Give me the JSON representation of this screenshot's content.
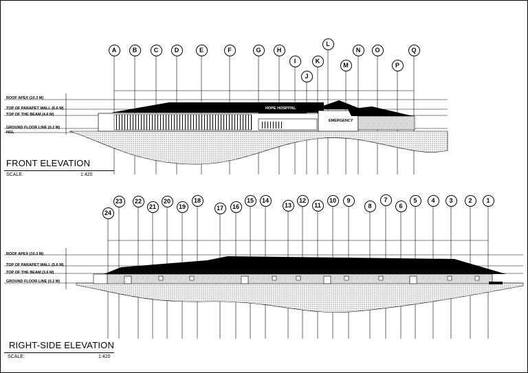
{
  "front": {
    "title": "FRONT ELEVATION",
    "scale_label": "SCALE:",
    "scale_value": "1:420",
    "levels": [
      {
        "label": "ROOF APEX (10.3 M)"
      },
      {
        "label": "TOP OF PARAPET WALL (6.6 M)"
      },
      {
        "label": "TOP OF THE BEAM (4.6 M)"
      },
      {
        "label": "GROUND FLOOR LINE (0.2 M)"
      },
      {
        "label": "NGL"
      }
    ],
    "gridlines": [
      "A",
      "B",
      "C",
      "D",
      "E",
      "F",
      "G",
      "H",
      "I",
      "J",
      "K",
      "L",
      "M",
      "N",
      "O",
      "P",
      "Q"
    ],
    "signs": {
      "hospital": "HOPE HOSPITAL",
      "emergency": "EMERGENCY"
    }
  },
  "side": {
    "title": "RIGHT-SIDE ELEVATION",
    "scale_label": "SCALE:",
    "scale_value": "1:420",
    "levels": [
      {
        "label": "ROOF APEX (10.3 M)"
      },
      {
        "label": "TOP OF PARAPET WALL (5.6 M)"
      },
      {
        "label": "TOP OF THE BEAM (3.6 M)"
      },
      {
        "label": "GROUND FLOOR LINE (0.2 M)"
      }
    ],
    "gridlines": [
      "24",
      "23",
      "22",
      "21",
      "20",
      "19",
      "18",
      "17",
      "16",
      "15",
      "14",
      "13",
      "12",
      "11",
      "10",
      "9",
      "8",
      "7",
      "6",
      "5",
      "4",
      "3",
      "2",
      "1"
    ]
  },
  "colors": {
    "ink": "#000000",
    "paper": "#ffffff"
  }
}
